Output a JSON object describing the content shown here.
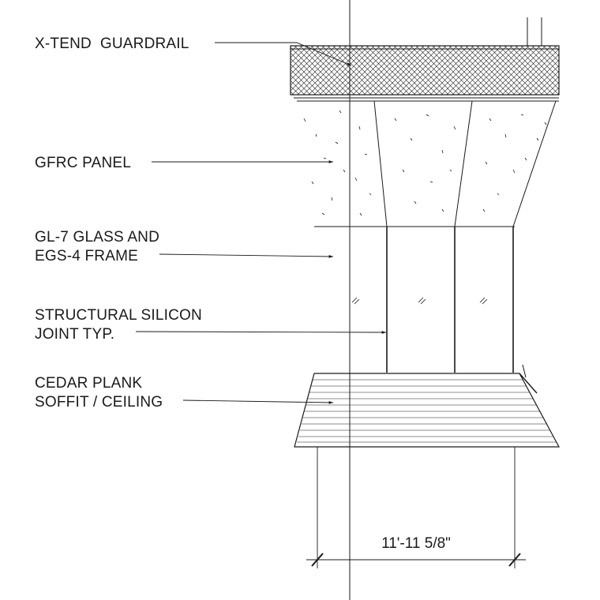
{
  "callouts": {
    "guardrail": "X-TEND  GUARDRAIL",
    "gfrc": "GFRC PANEL",
    "glass_line1": "GL-7 GLASS AND",
    "glass_line2": "EGS-4 FRAME",
    "silicon_line1": "STRUCTURAL SILICON",
    "silicon_line2": "JOINT TYP.",
    "cedar_line1": "CEDAR PLANK",
    "cedar_line2": "SOFFIT / CEILING"
  },
  "dimension": {
    "label": "11'-11 5/8\""
  }
}
